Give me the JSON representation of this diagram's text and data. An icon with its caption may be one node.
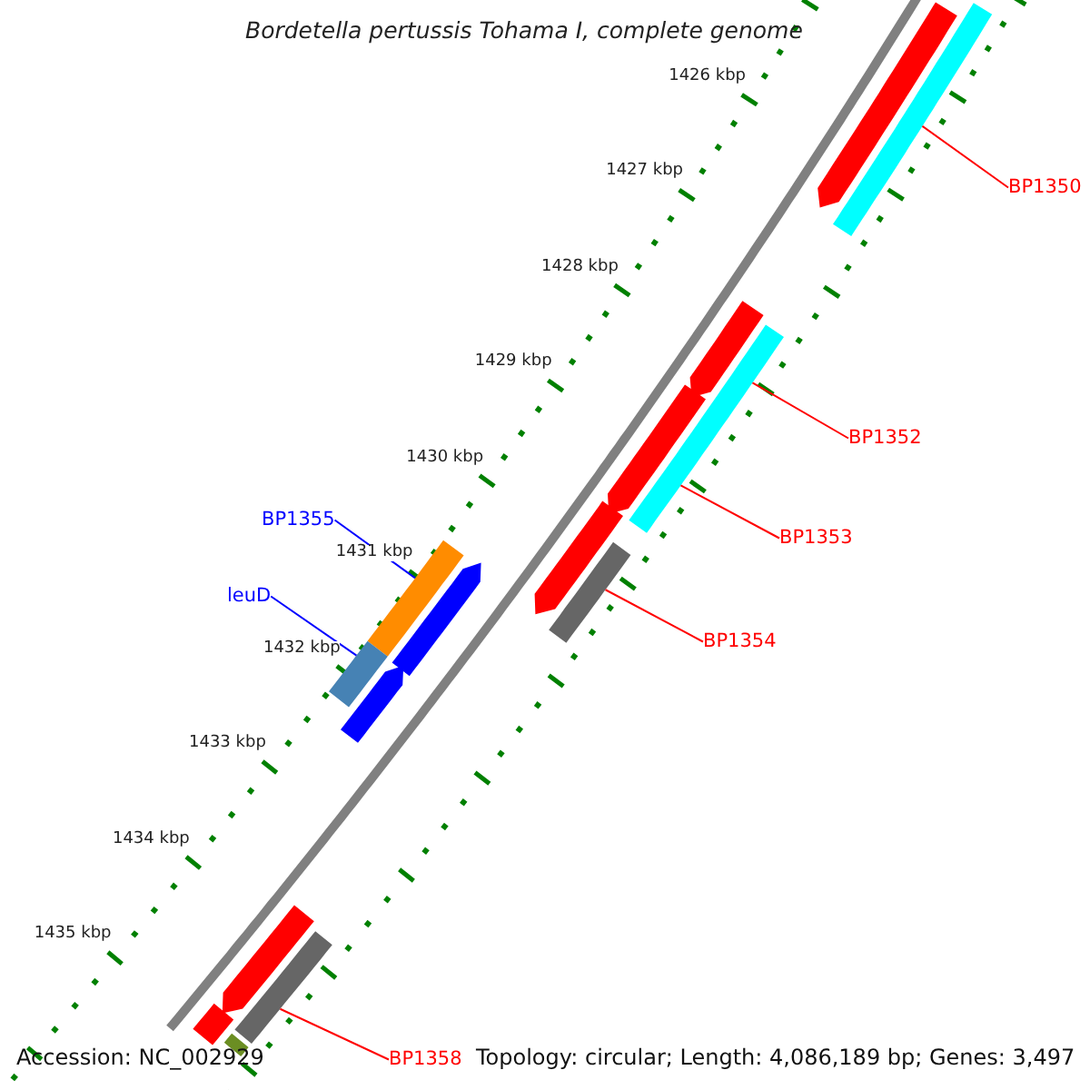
{
  "diagram": {
    "title": "Bordetella pertussis Tohama I, complete genome",
    "nodes": [
      {
        "text": [
          "BP1350"
        ]
      },
      {
        "text": [],
        "shape": "arrow"
      },
      {
        "text": [],
        "shape": "bar"
      },
      {
        "text": [
          "BP1352"
        ]
      },
      {
        "text": [],
        "shape": "arrow"
      },
      {
        "text": [],
        "shape": "bar"
      },
      {
        "text": [],
        "shape": "arrow"
      },
      {
        "text": [
          "BP1353"
        ]
      },
      {
        "text": [],
        "shape": "arrow"
      },
      {
        "text": [
          "BP1354"
        ]
      },
      {
        "text": [],
        "shape": "bar"
      },
      {
        "text": [
          "BP1355"
        ]
      },
      {
        "text": [],
        "shape": "bar"
      },
      {
        "text": [],
        "shape": "arrow"
      },
      {
        "text": [
          "leuD"
        ]
      },
      {
        "text": [],
        "shape": "bar"
      },
      {
        "text": [],
        "shape": "arrow"
      },
      {
        "text": [
          "BP1358"
        ]
      },
      {
        "text": [],
        "shape": "arrow"
      },
      {
        "text": [],
        "shape": "bar"
      },
      {
        "text": [],
        "shape": "bar"
      },
      {
        "text": [],
        "shape": "bar"
      }
    ],
    "edges": [
      {
        "from": 0,
        "to": 2,
        "arrow": "none"
      },
      {
        "from": 3,
        "to": 5,
        "arrow": "none"
      },
      {
        "from": 7,
        "to": 5,
        "arrow": "none"
      },
      {
        "from": 9,
        "to": 10,
        "arrow": "none"
      },
      {
        "from": 11,
        "to": 12,
        "arrow": "none",
        "color": "#0000ff"
      },
      {
        "from": 14,
        "to": 15,
        "arrow": "none",
        "color": "#0000ff"
      },
      {
        "from": 17,
        "to": 19,
        "arrow": "none"
      }
    ],
    "labels": [
      "1426 kbp",
      "1427 kbp",
      "1428 kbp",
      "1429 kbp",
      "1430 kbp",
      "1431 kbp",
      "1432 kbp",
      "1433 kbp",
      "1434 kbp",
      "1435 kbp",
      "Accession: NC_002929",
      "Topology: circular; Length: 4,086,189 bp; Genes: 3,497"
    ]
  }
}
